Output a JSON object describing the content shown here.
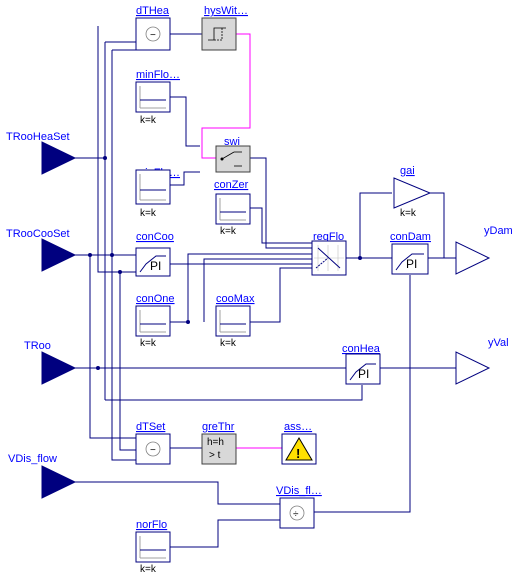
{
  "inputs": {
    "TRooHeaSet": "TRooHeaSet",
    "TRooCooSet": "TRooCooSet",
    "TRoo": "TRoo",
    "VDis_flow": "VDis_flow"
  },
  "outputs": {
    "yDam": "yDam",
    "yVal": "yVal"
  },
  "blocks": {
    "dTHea": "dTHea",
    "hysWit": "hysWit…",
    "minFlo1": "minFlo…",
    "minFlo2": "minFlo…",
    "swi": "swi",
    "conZer": "conZer",
    "gai": "gai",
    "conCoo": "conCoo",
    "regFlo": "regFlo",
    "conDam": "conDam",
    "conOne": "conOne",
    "cooMax": "cooMax",
    "conHea": "conHea",
    "dTSet": "dTSet",
    "greThr": "greThr",
    "ass": "ass…",
    "VDis_fl": "VDis_fl…",
    "norFlo": "norFlo"
  },
  "params": {
    "kk": "k=k",
    "pi": "PI",
    "greThrTop": "h=h",
    "greThrBot": "> t",
    "minus": "−",
    "divide": "÷"
  },
  "colors": {
    "wire": "#00007f",
    "booleanWire": "#ff00ff",
    "blockName": "#0000ff"
  }
}
